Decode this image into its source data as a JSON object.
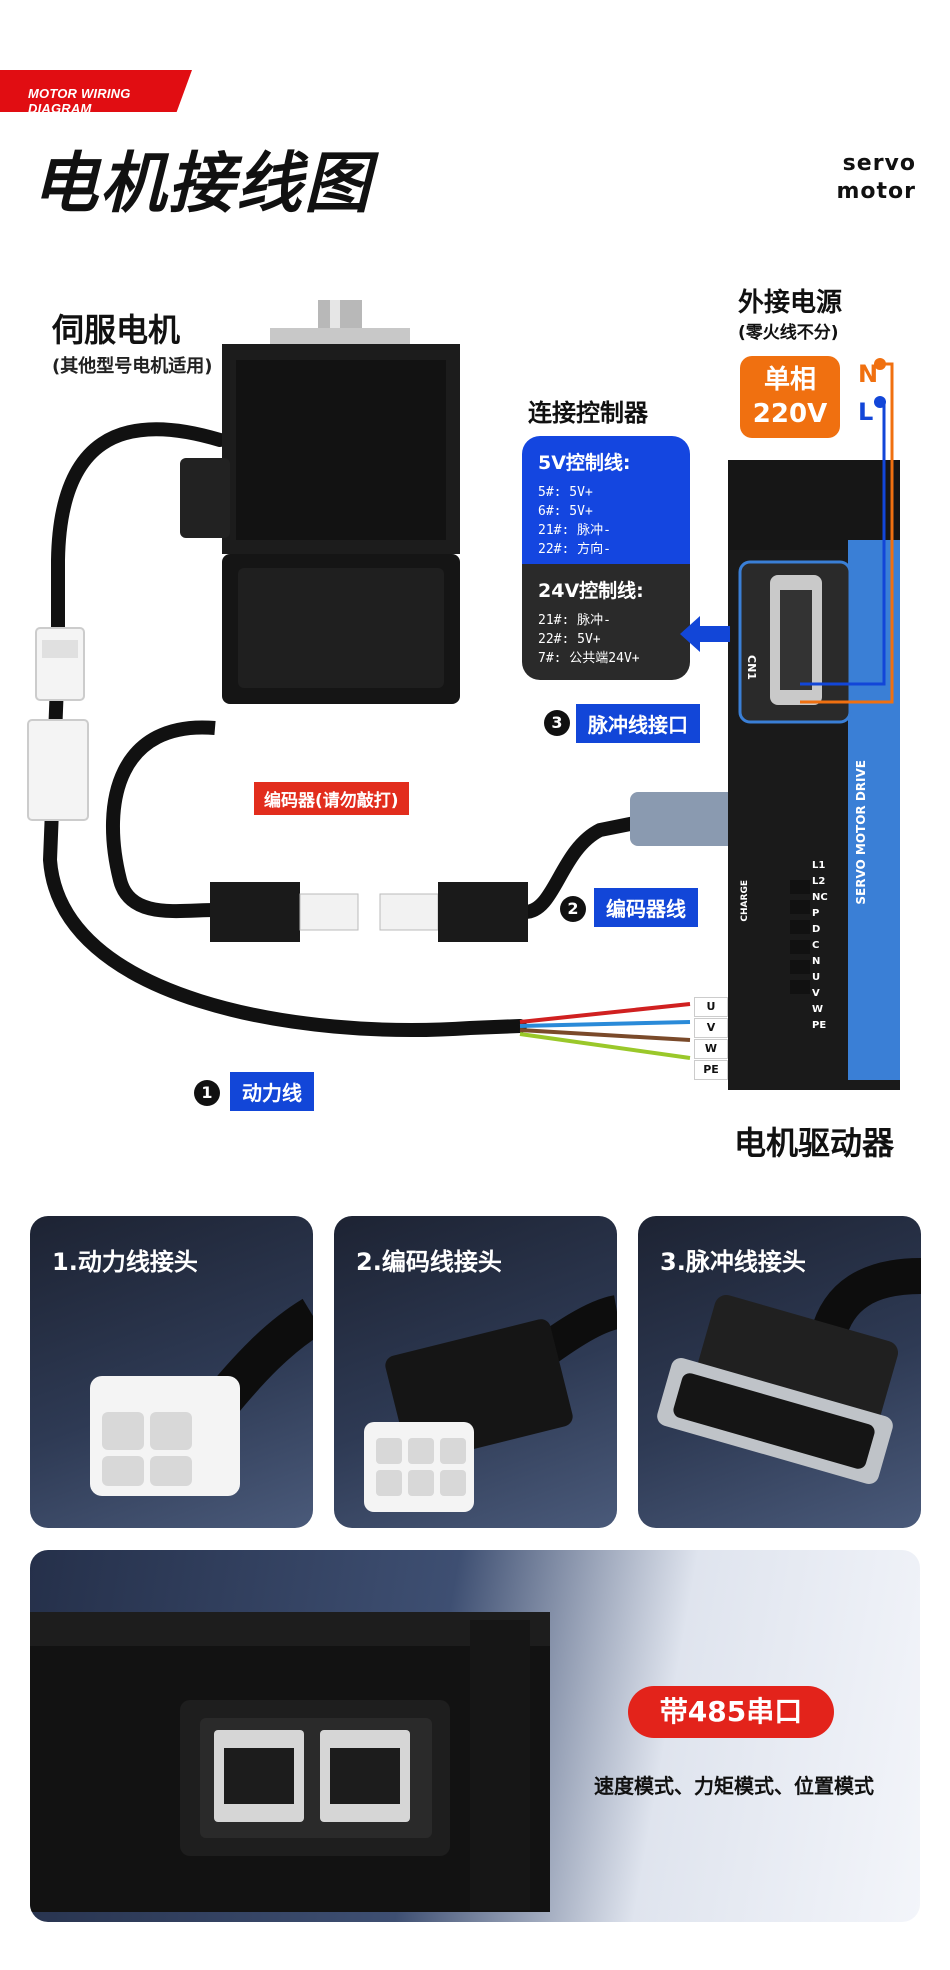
{
  "header": {
    "tag": "MOTOR WIRING DIAGRAM",
    "title": "电机接线图",
    "brand_line1": "servo",
    "brand_line2": "motor"
  },
  "diagram": {
    "motor_title": "伺服电机",
    "motor_subtitle": "(其他型号电机适用)",
    "power_title": "外接电源",
    "power_subtitle": "(零火线不分)",
    "power_box_line1": "单相",
    "power_box_line2": "220V",
    "n_label": "N",
    "l_label": "L",
    "controller_title": "连接控制器",
    "controller_5v_heading": "5V控制线:",
    "controller_5v_lines": [
      "5#: 5V+",
      "6#: 5V+",
      "21#: 脉冲-",
      "22#: 方向-"
    ],
    "controller_24v_heading": "24V控制线:",
    "controller_24v_lines": [
      "21#: 脉冲-",
      "22#: 5V+",
      "7#: 公共端24V+"
    ],
    "encoder_warning": "编码器(请勿敲打)",
    "callout_1_num": "1",
    "callout_1": "动力线",
    "callout_2_num": "2",
    "callout_2": "编码器线",
    "callout_3_num": "3",
    "callout_3": "脉冲线接口",
    "drive_title": "电机驱动器",
    "drive_brand": "SERVO MOTOR DRIVE",
    "drive_port": "CN1",
    "drive_charge": "CHARGE",
    "terminal_labels": [
      "L1",
      "L2",
      "NC",
      "P",
      "D",
      "C",
      "N",
      "U",
      "V",
      "W",
      "PE"
    ],
    "wire_labels": [
      "U",
      "V",
      "W",
      "PE"
    ]
  },
  "cards": [
    {
      "title": "1.动力线接头"
    },
    {
      "title": "2.编码线接头"
    },
    {
      "title": "3.脉冲线接头"
    }
  ],
  "banner": {
    "pill": "带485串口",
    "modes": "速度模式、力矩模式、位置模式"
  },
  "colors": {
    "accent_red": "#e10d12",
    "accent_blue": "#1246d8",
    "accent_orange": "#f07010"
  }
}
